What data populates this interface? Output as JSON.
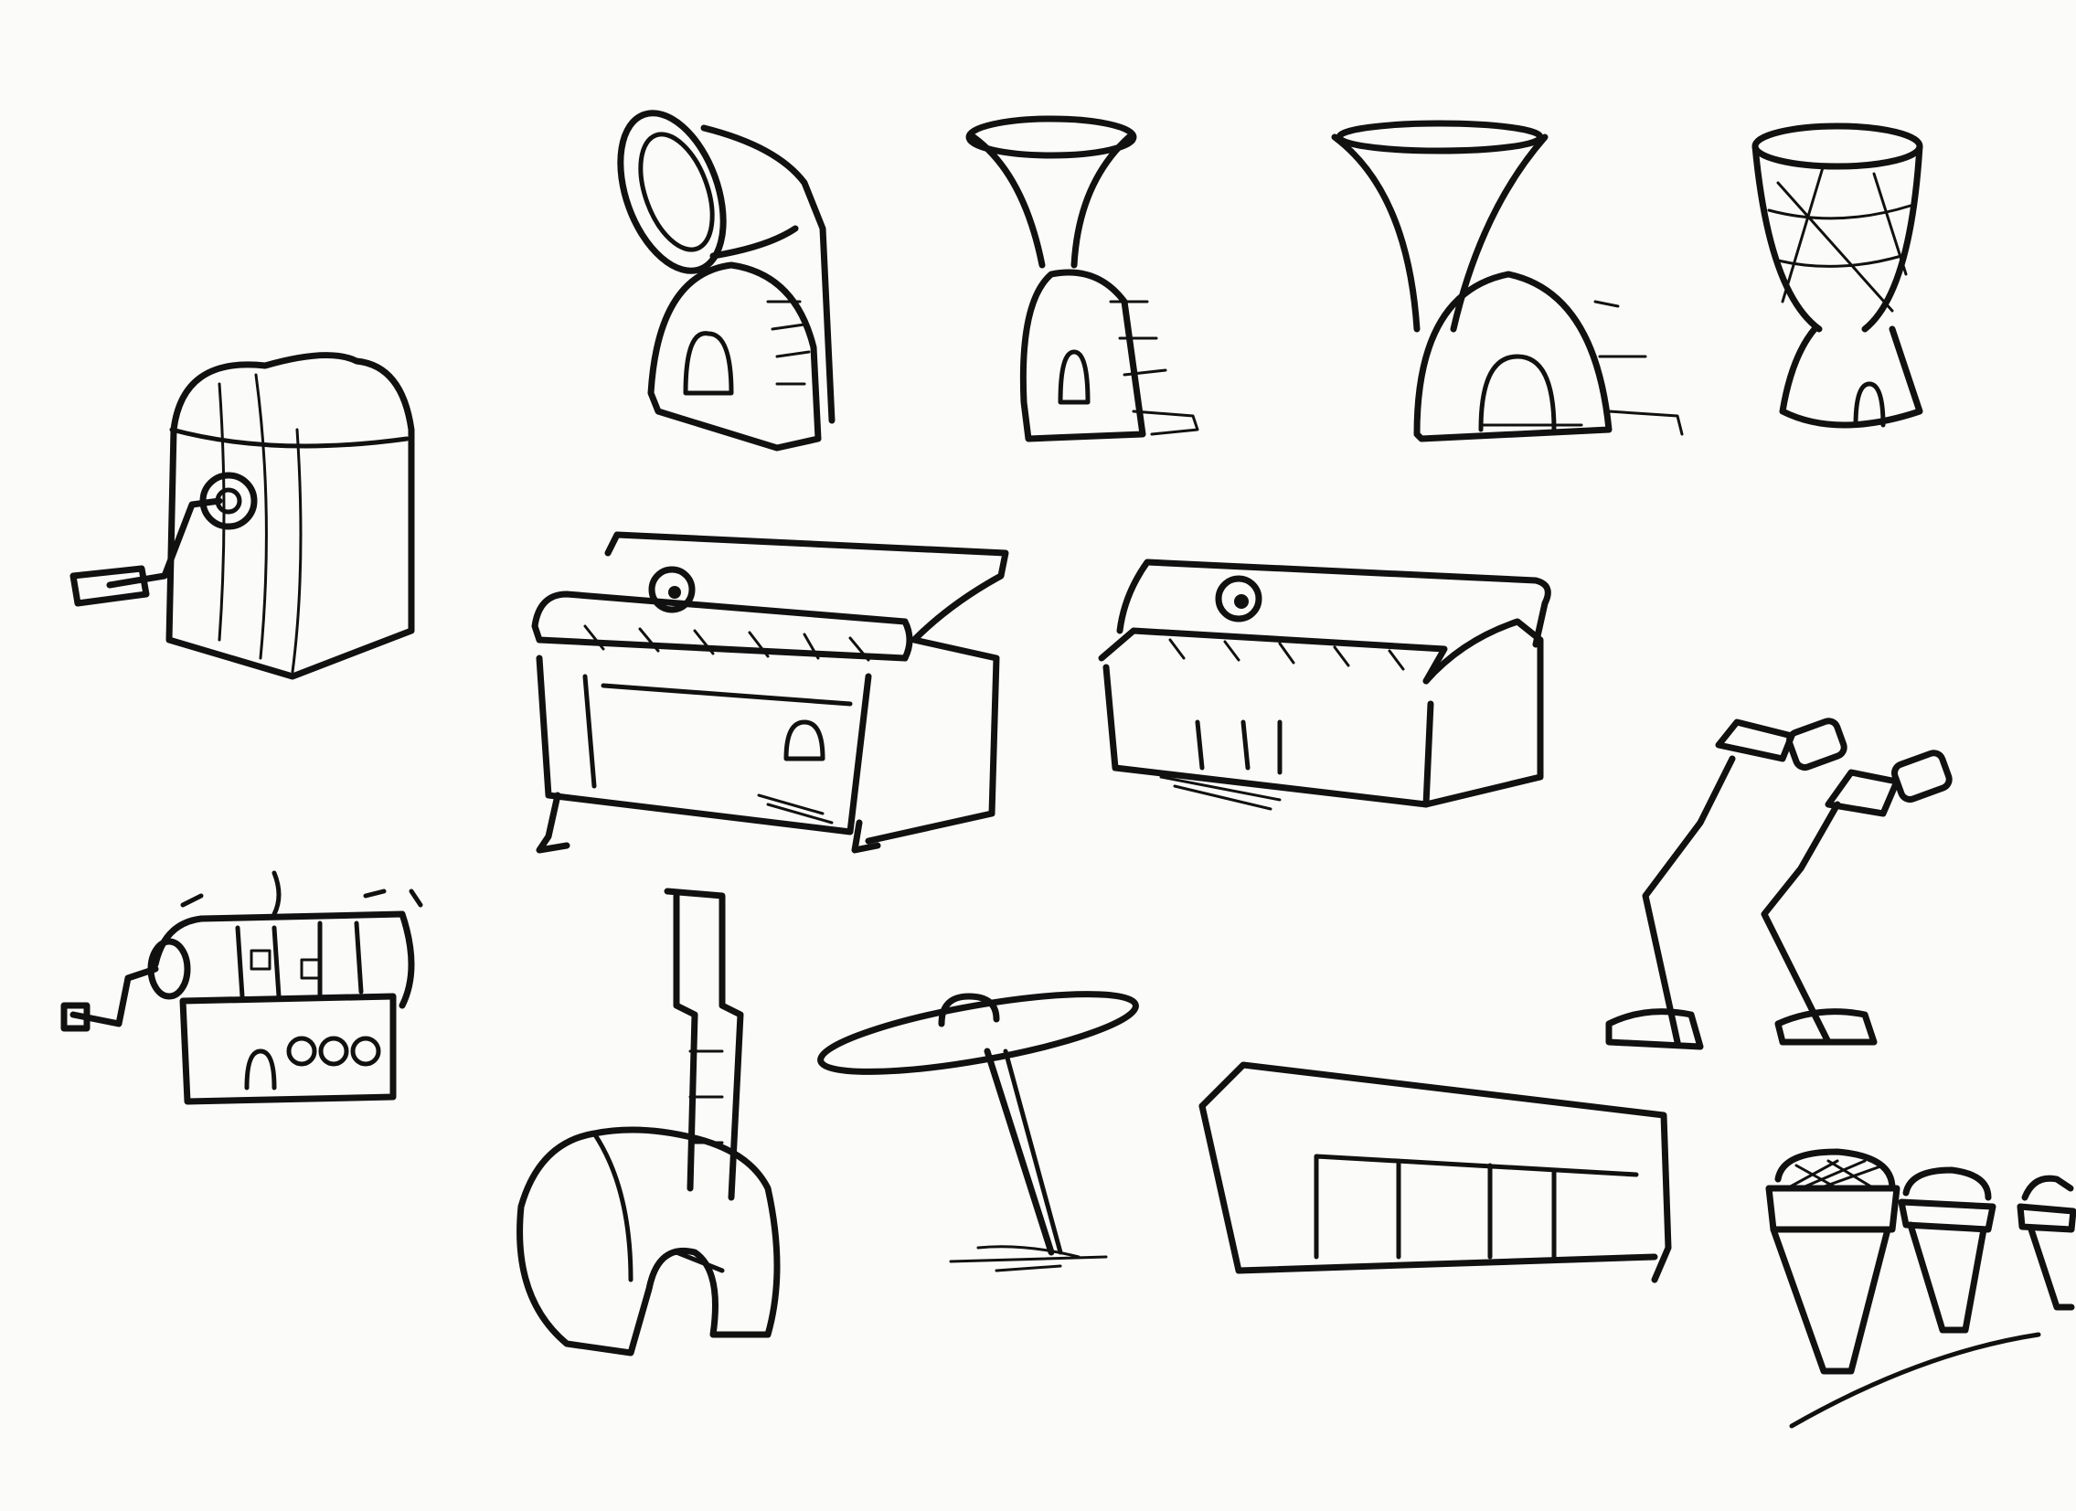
{
  "page": {
    "background": "#fbfbf9",
    "ink_color": "#111111"
  },
  "sketches": [
    {
      "id": "crank-box",
      "icon": "hand-crank-music-box"
    },
    {
      "id": "gramophone-house",
      "icon": "gramophone-house"
    },
    {
      "id": "horn-house-small",
      "icon": "horn-house"
    },
    {
      "id": "horn-house-large",
      "icon": "horn-house"
    },
    {
      "id": "drum-house",
      "icon": "djembe-drum-house"
    },
    {
      "id": "piano-upright",
      "icon": "piano-house"
    },
    {
      "id": "piano-pedals",
      "icon": "piano-with-pedals"
    },
    {
      "id": "crank-barrel",
      "icon": "barrel-organ"
    },
    {
      "id": "guitar-neck-house",
      "icon": "guitar-neck-arch"
    },
    {
      "id": "cymbal",
      "icon": "cymbal-stand"
    },
    {
      "id": "keyboard-bench",
      "icon": "keyboard-bench"
    },
    {
      "id": "mic-stands",
      "icon": "microphone-stands"
    },
    {
      "id": "mic-heads",
      "icon": "microphone-heads"
    }
  ]
}
